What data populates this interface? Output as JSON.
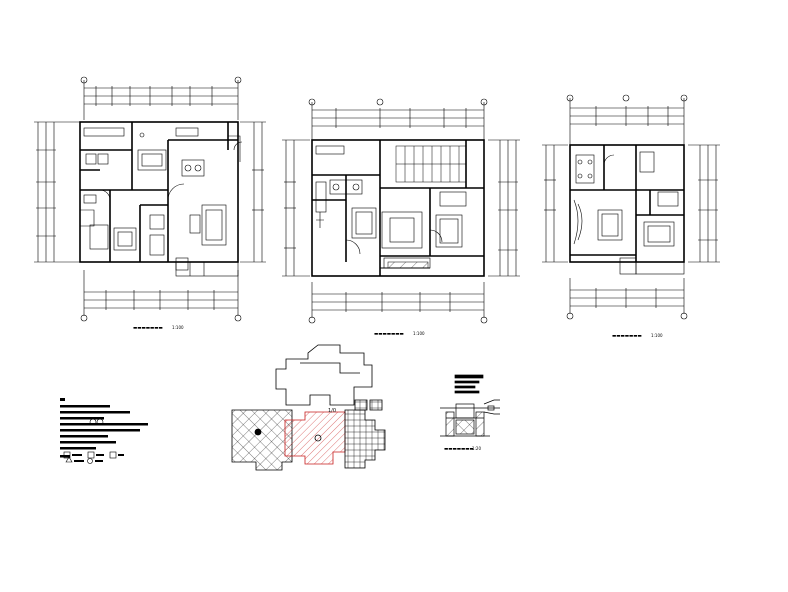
{
  "drawing": {
    "plans": [
      {
        "scale": "1:100"
      },
      {
        "scale": "1:100"
      },
      {
        "scale": "1:100"
      }
    ],
    "site_plan": {
      "label": "1/0"
    },
    "wall_detail": {
      "label": "1:20"
    },
    "colors": {
      "line": "#000000",
      "accent_red": "#c81e1e"
    }
  }
}
